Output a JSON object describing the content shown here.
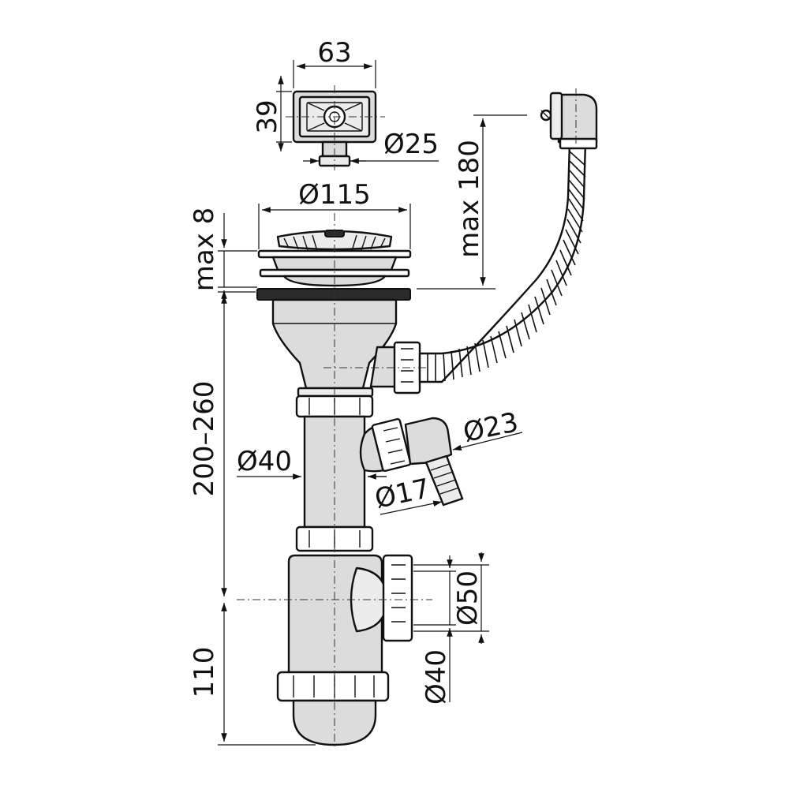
{
  "dimensions": {
    "overflow_width": "63",
    "overflow_height": "39",
    "overflow_outlet": "Ø25",
    "strainer_diameter": "Ø115",
    "flange_thickness": "max 8",
    "hose_height": "max 180",
    "drain_length": "200–260",
    "pipe_diameter": "Ø40",
    "hose_connector": "Ø23",
    "hose_connector_small": "Ø17",
    "outlet_large": "Ø50",
    "outlet_small": "Ø40",
    "trap_height": "110"
  },
  "colors": {
    "line": "#111111",
    "fill": "#dcdcdc",
    "gasket": "#2a2a2a"
  }
}
